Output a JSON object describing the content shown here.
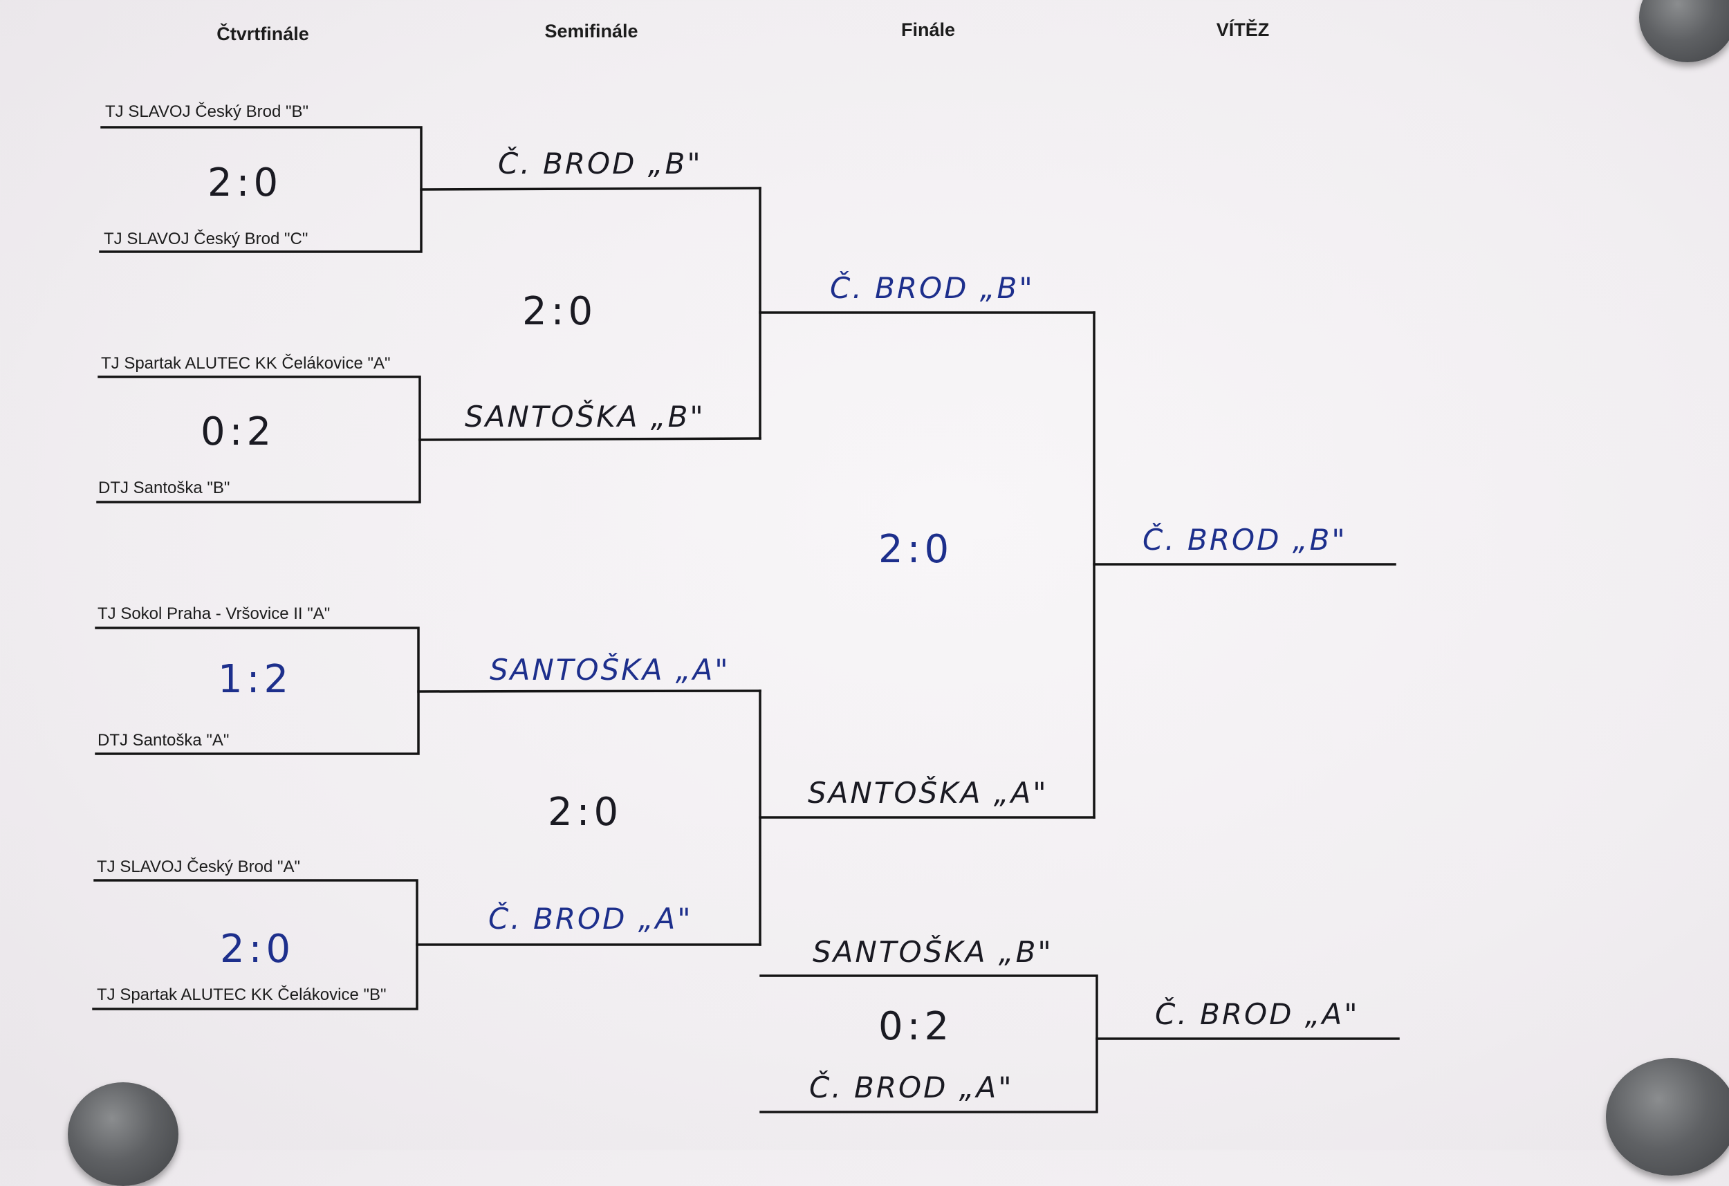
{
  "headers": {
    "quarterfinal": "Čtvrtfinále",
    "semifinal": "Semifinále",
    "final": "Finále",
    "winner": "VÍTĚZ"
  },
  "quarterfinals": [
    {
      "team1": "TJ SLAVOJ Český Brod \"B\"",
      "team2": "TJ SLAVOJ Český Brod \"C\"",
      "score": "2:0"
    },
    {
      "team1": "TJ Spartak ALUTEC KK Čelákovice \"A\"",
      "team2": "DTJ Santoška \"B\"",
      "score": "0:2"
    },
    {
      "team1": "TJ Sokol Praha - Vršovice II \"A\"",
      "team2": "DTJ Santoška \"A\"",
      "score": "1:2"
    },
    {
      "team1": "TJ SLAVOJ Český Brod \"A\"",
      "team2": "TJ Spartak ALUTEC KK Čelákovice \"B\"",
      "score": "2:0"
    }
  ],
  "semifinals": [
    {
      "team1": "Č. BROD „B\"",
      "team2": "SANTOŠKA „B\"",
      "score": "2:0"
    },
    {
      "team1": "SANTOŠKA „A\"",
      "team2": "Č. BROD „A\"",
      "score": "2:0"
    }
  ],
  "final": {
    "team1": "Č. BROD „B\"",
    "team2": "SANTOŠKA „A\"",
    "score": "2:0"
  },
  "winner": "Č. BROD „B\"",
  "third_place": {
    "team1": "SANTOŠKA „B\"",
    "team2": "Č. BROD „A\"",
    "score": "0:2",
    "winner": "Č. BROD „A\""
  },
  "colors": {
    "ink_blue": "#1d2f8c",
    "ink_black": "#1a1a22",
    "print": "#1c1c1c"
  }
}
